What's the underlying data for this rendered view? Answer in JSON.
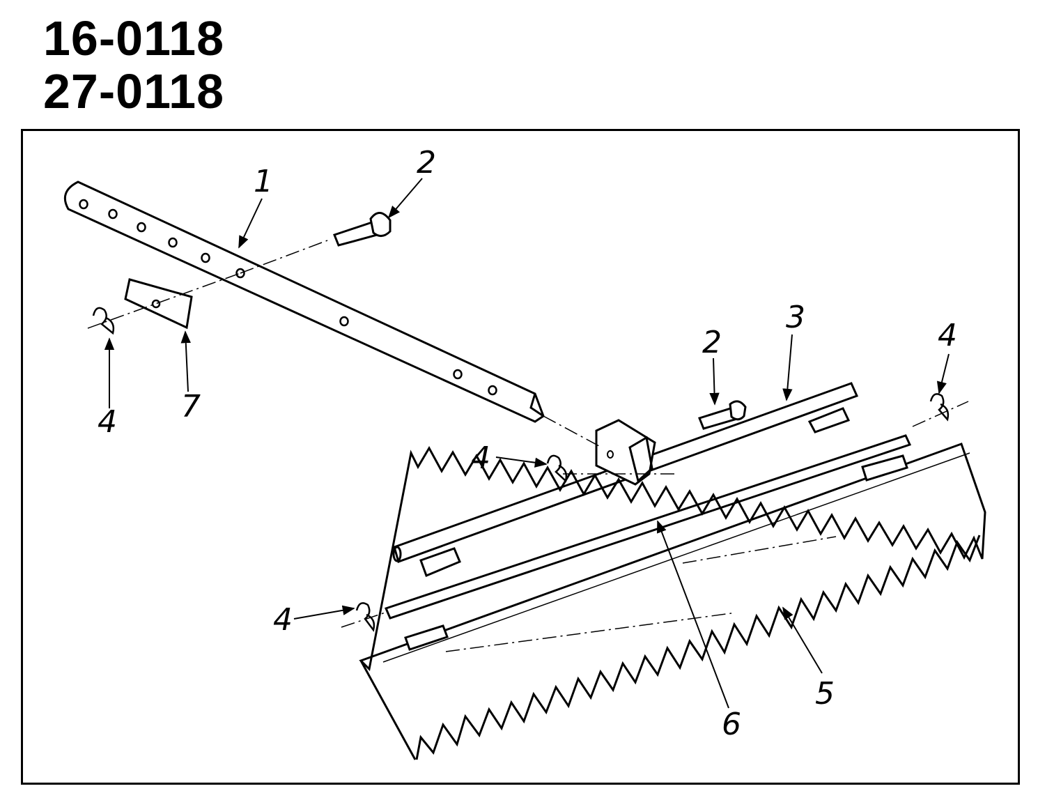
{
  "header": {
    "part_numbers": [
      "16-0118",
      "27-0118"
    ]
  },
  "diagram": {
    "callouts": [
      {
        "id": "callout-1",
        "label": "1"
      },
      {
        "id": "callout-2a",
        "label": "2"
      },
      {
        "id": "callout-2b",
        "label": "2"
      },
      {
        "id": "callout-3",
        "label": "3"
      },
      {
        "id": "callout-4a",
        "label": "4"
      },
      {
        "id": "callout-4b",
        "label": "4"
      },
      {
        "id": "callout-4c",
        "label": "4"
      },
      {
        "id": "callout-4d",
        "label": "4"
      },
      {
        "id": "callout-5",
        "label": "5"
      },
      {
        "id": "callout-6",
        "label": "6"
      },
      {
        "id": "callout-7",
        "label": "7"
      }
    ]
  }
}
